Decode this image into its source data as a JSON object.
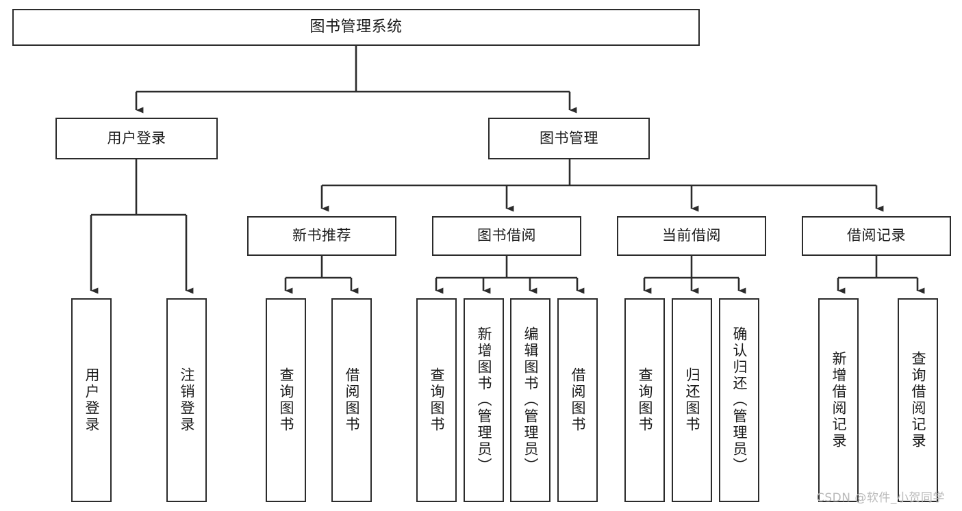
{
  "diagram": {
    "title": "图书管理系统",
    "type": "tree",
    "orientation": "top-down",
    "stroke_color": "#2b2b2b",
    "background_color": "#ffffff",
    "text_color": "#1a1a1a"
  },
  "nodes": {
    "root": {
      "label": "图书管理系统",
      "level": 1
    },
    "user_login": {
      "label": "用户登录",
      "level": 2
    },
    "book_manage": {
      "label": "图书管理",
      "level": 2
    },
    "new_book_rec": {
      "label": "新书推荐",
      "level": 3
    },
    "book_borrow": {
      "label": "图书借阅",
      "level": 3
    },
    "current_borrow": {
      "label": "当前借阅",
      "level": 3
    },
    "borrow_record": {
      "label": "借阅记录",
      "level": 3
    },
    "leaf_user_login": {
      "label": "用户登录",
      "level": 4
    },
    "leaf_logout": {
      "label": "注销登录",
      "level": 4
    },
    "leaf_query_book_1": {
      "label": "查询图书",
      "level": 4
    },
    "leaf_borrow_book_1": {
      "label": "借阅图书",
      "level": 4
    },
    "leaf_query_book_2": {
      "label": "查询图书",
      "level": 4
    },
    "leaf_add_book": {
      "label": "新增图书（管理员）",
      "level": 4
    },
    "leaf_edit_book": {
      "label": "编辑图书（管理员）",
      "level": 4
    },
    "leaf_borrow_book_2": {
      "label": "借阅图书",
      "level": 4
    },
    "leaf_query_book_3": {
      "label": "查询图书",
      "level": 4
    },
    "leaf_return_book": {
      "label": "归还图书",
      "level": 4
    },
    "leaf_confirm_return": {
      "label": "确认归还（管理员）",
      "level": 4
    },
    "leaf_add_record": {
      "label": "新增借阅记录",
      "level": 4
    },
    "leaf_query_record": {
      "label": "查询借阅记录",
      "level": 4
    }
  },
  "watermark": {
    "text": "CSDN @软件_小贺同学"
  }
}
